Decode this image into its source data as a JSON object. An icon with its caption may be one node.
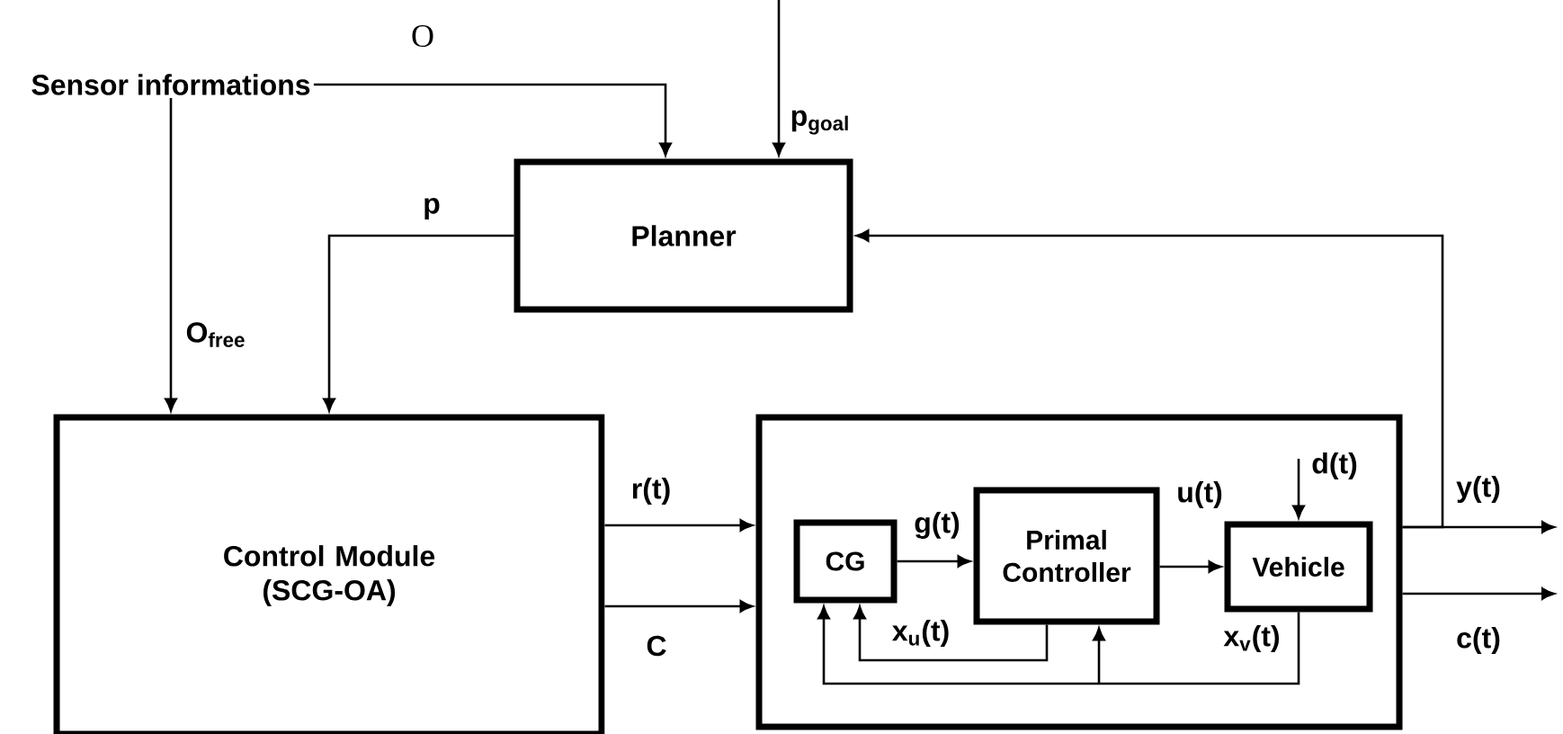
{
  "diagram": {
    "nodes": [
      {
        "text": [
          "Sensor informations"
        ]
      },
      {
        "text": [
          "Planner"
        ]
      },
      {
        "text": [
          "Control Module (SCG-OA)"
        ]
      },
      {
        "text": [],
        "shape": "box"
      },
      {
        "text": [
          "CG"
        ],
        "in": 3
      },
      {
        "text": [
          "Primal Controller"
        ],
        "in": 3
      },
      {
        "text": [
          "Vehicle"
        ],
        "in": 3
      }
    ],
    "edges": [
      {
        "from": 0,
        "to": 1,
        "arrow": "to",
        "label": "O"
      },
      {
        "from": null,
        "to": 1,
        "arrow": "to",
        "label": "p$_{goal}$"
      },
      {
        "from": 1,
        "to": 2,
        "arrow": "to",
        "label": "p"
      },
      {
        "from": 0,
        "to": 2,
        "arrow": "to",
        "label": "O$_{free}$"
      },
      {
        "from": 2,
        "to": 3,
        "arrow": "to",
        "label": "r(t)"
      },
      {
        "from": 2,
        "to": 3,
        "arrow": "to",
        "label": "C"
      },
      {
        "from": 4,
        "to": 5,
        "arrow": "to",
        "label": "g(t)"
      },
      {
        "from": 5,
        "to": 6,
        "arrow": "to",
        "label": "u(t)"
      },
      {
        "from": null,
        "to": 6,
        "arrow": "to",
        "label": "d(t)"
      },
      {
        "from": 5,
        "to": 4,
        "arrow": "to",
        "label": "x$_{u}$(t)"
      },
      {
        "from": 6,
        "to": 4,
        "arrow": "to",
        "label": "x$_{v}$(t)"
      },
      {
        "from": 6,
        "to": 5,
        "arrow": "to"
      },
      {
        "from": 3,
        "to": null,
        "arrow": "to",
        "label": "y(t)"
      },
      {
        "from": 3,
        "to": 1,
        "arrow": "to"
      },
      {
        "from": 3,
        "to": null,
        "arrow": "to",
        "label": "c(t)"
      }
    ]
  }
}
